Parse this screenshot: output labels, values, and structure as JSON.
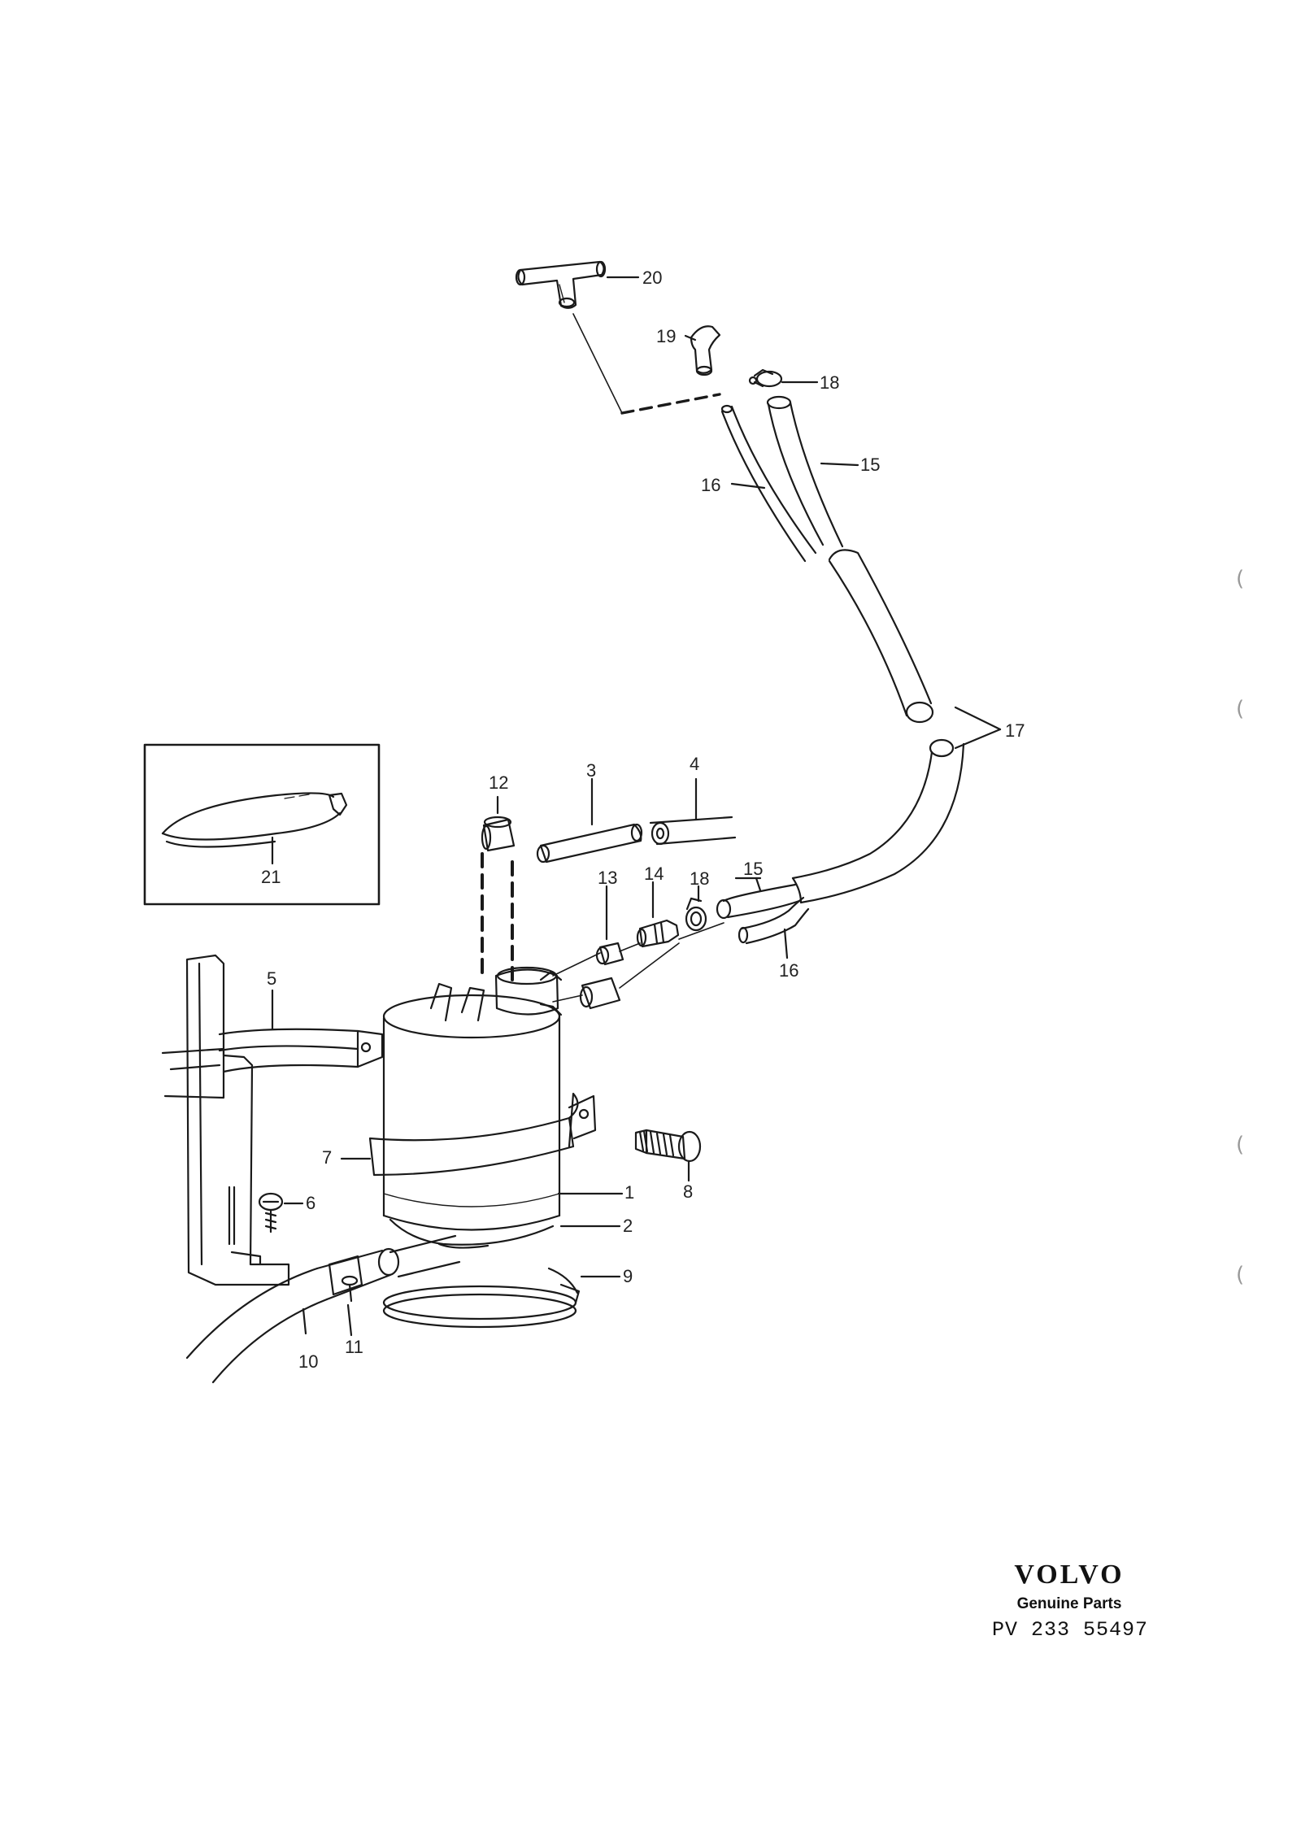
{
  "callouts": {
    "c1": "1",
    "c2": "2",
    "c3": "3",
    "c4": "4",
    "c5": "5",
    "c6": "6",
    "c7": "7",
    "c8": "8",
    "c9": "9",
    "c10": "10",
    "c11": "11",
    "c12": "12",
    "c13": "13",
    "c14": "14",
    "c15a": "15",
    "c15b": "15",
    "c16a": "16",
    "c16b": "16",
    "c17": "17",
    "c18a": "18",
    "c18b": "18",
    "c19": "19",
    "c20": "20",
    "c21": "21"
  },
  "footer": {
    "brand": "VOLVO",
    "genuine_parts": "Genuine Parts",
    "document_number": "PV 233 55497"
  },
  "edge_marks": [
    "(",
    "(",
    "(",
    "("
  ],
  "colors": {
    "line": "#1a1a1a",
    "background": "#ffffff"
  }
}
